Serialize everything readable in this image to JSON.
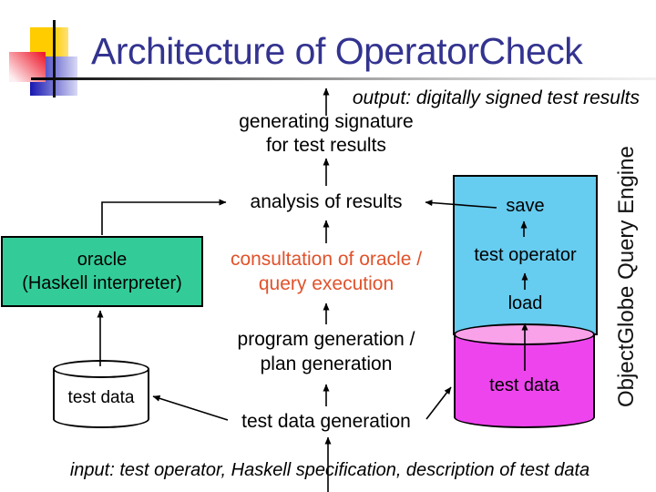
{
  "header": {
    "title": "Architecture of OperatorCheck"
  },
  "captions": {
    "output": "output: digitally signed test results",
    "input": "input: test operator, Haskell specification, description of test data"
  },
  "flow": {
    "generating_signature_line1": "generating signature",
    "generating_signature_line2": "for test results",
    "analysis": "analysis of results",
    "consultation_line1": "consultation of oracle /",
    "consultation_line2": "query execution",
    "program_generation_line1": "program generation /",
    "program_generation_line2": "plan generation",
    "test_data_generation": "test data generation"
  },
  "oracle_box": {
    "line1": "oracle",
    "line2": "(Haskell interpreter)"
  },
  "query_engine": {
    "side_label": "ObjectGlobe Query Engine",
    "save": "save",
    "test_operator": "test operator",
    "load": "load",
    "test_data": "test data"
  },
  "local_store": {
    "test_data": "test data"
  },
  "colors": {
    "title_text": "#333390",
    "consultation_text": "#E0522B",
    "oracle_box_fill": "#33CC99",
    "engine_box_fill": "#66CCF0",
    "test_data_cylinder_fill": "#EE44EE",
    "test_data_cylinder_top_fill": "#F9A2E9",
    "logo_yellow": "#FFCC00",
    "logo_red": "#EE1C2E",
    "logo_blue": "#1717B2"
  }
}
